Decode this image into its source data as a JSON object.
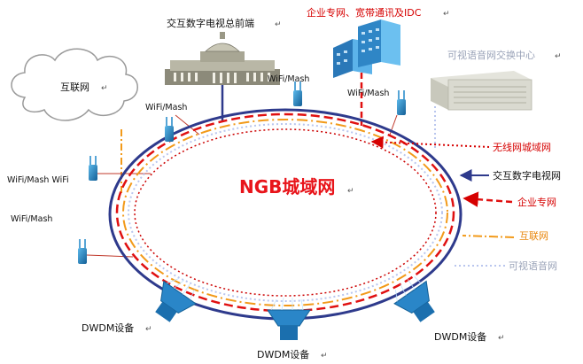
{
  "title": "NGB城域网",
  "nodes": {
    "internet": "互联网",
    "tv_headend": "交互数字电视总前端",
    "enterprise": "企业专网、宽带通讯及IDC",
    "video_voice": "可视语音网交换中心"
  },
  "wifi_labels": {
    "top_left": "WiFi/Mash",
    "top_center": "WiFi/Mash",
    "top_right": "WiFi/Mash",
    "mid_left": "WiFi/Mash WiFi",
    "lower_left": "WiFi/Mash"
  },
  "dwdm_labels": {
    "left": "DWDM设备",
    "bottom": "DWDM设备",
    "right": "DWDM设备"
  },
  "legend": {
    "wireless": "无线网城域网",
    "tv": "交互数字电视网",
    "enterprise": "企业专网",
    "internet": "互联网",
    "video": "可视语音网"
  },
  "return_mark": "↵",
  "colors": {
    "ring_navy": "#2e3a8c",
    "ring_red_dash": "#e01010",
    "ring_orange": "#f29a1a",
    "ring_red_dot": "#cc0000",
    "ring_lightblue": "#b9c6ee",
    "device_blue": "#1f87c8",
    "building_blue": "#3d9bdc",
    "cloud_stroke": "#9a9a9a"
  }
}
